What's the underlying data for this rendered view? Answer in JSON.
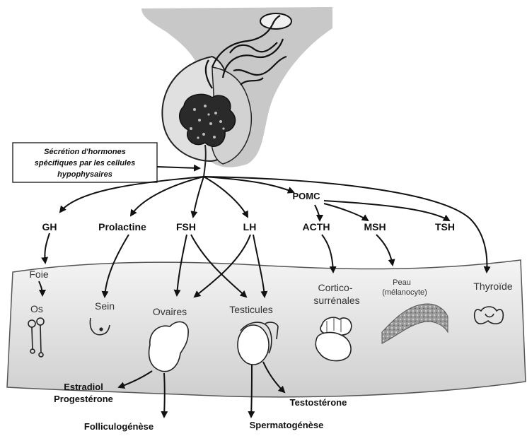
{
  "box": {
    "line1": "Sécrétion d'hormones",
    "line2": "spécifiques par les cellules",
    "line3": "hypophysaires"
  },
  "hormones": {
    "gh": "GH",
    "prolactine": "Prolactine",
    "fsh": "FSH",
    "lh": "LH",
    "pomc": "POMC",
    "acth": "ACTH",
    "msh": "MSH",
    "tsh": "TSH"
  },
  "organs": {
    "foie": "Foie",
    "os": "Os",
    "sein": "Sein",
    "ovaires": "Ovaires",
    "testicules": "Testicules",
    "cortico_1": "Cortico-",
    "cortico_2": "surrénales",
    "peau_1": "Peau",
    "peau_2": "(mélanocyte)",
    "thyroide": "Thyroïde"
  },
  "products": {
    "estradiol": "Estradiol",
    "progesterone": "Progestérone",
    "folliculogenese": "Folliculogénèse",
    "testosterone": "Testostérone",
    "spermatogenese": "Spermatogénèse"
  }
}
